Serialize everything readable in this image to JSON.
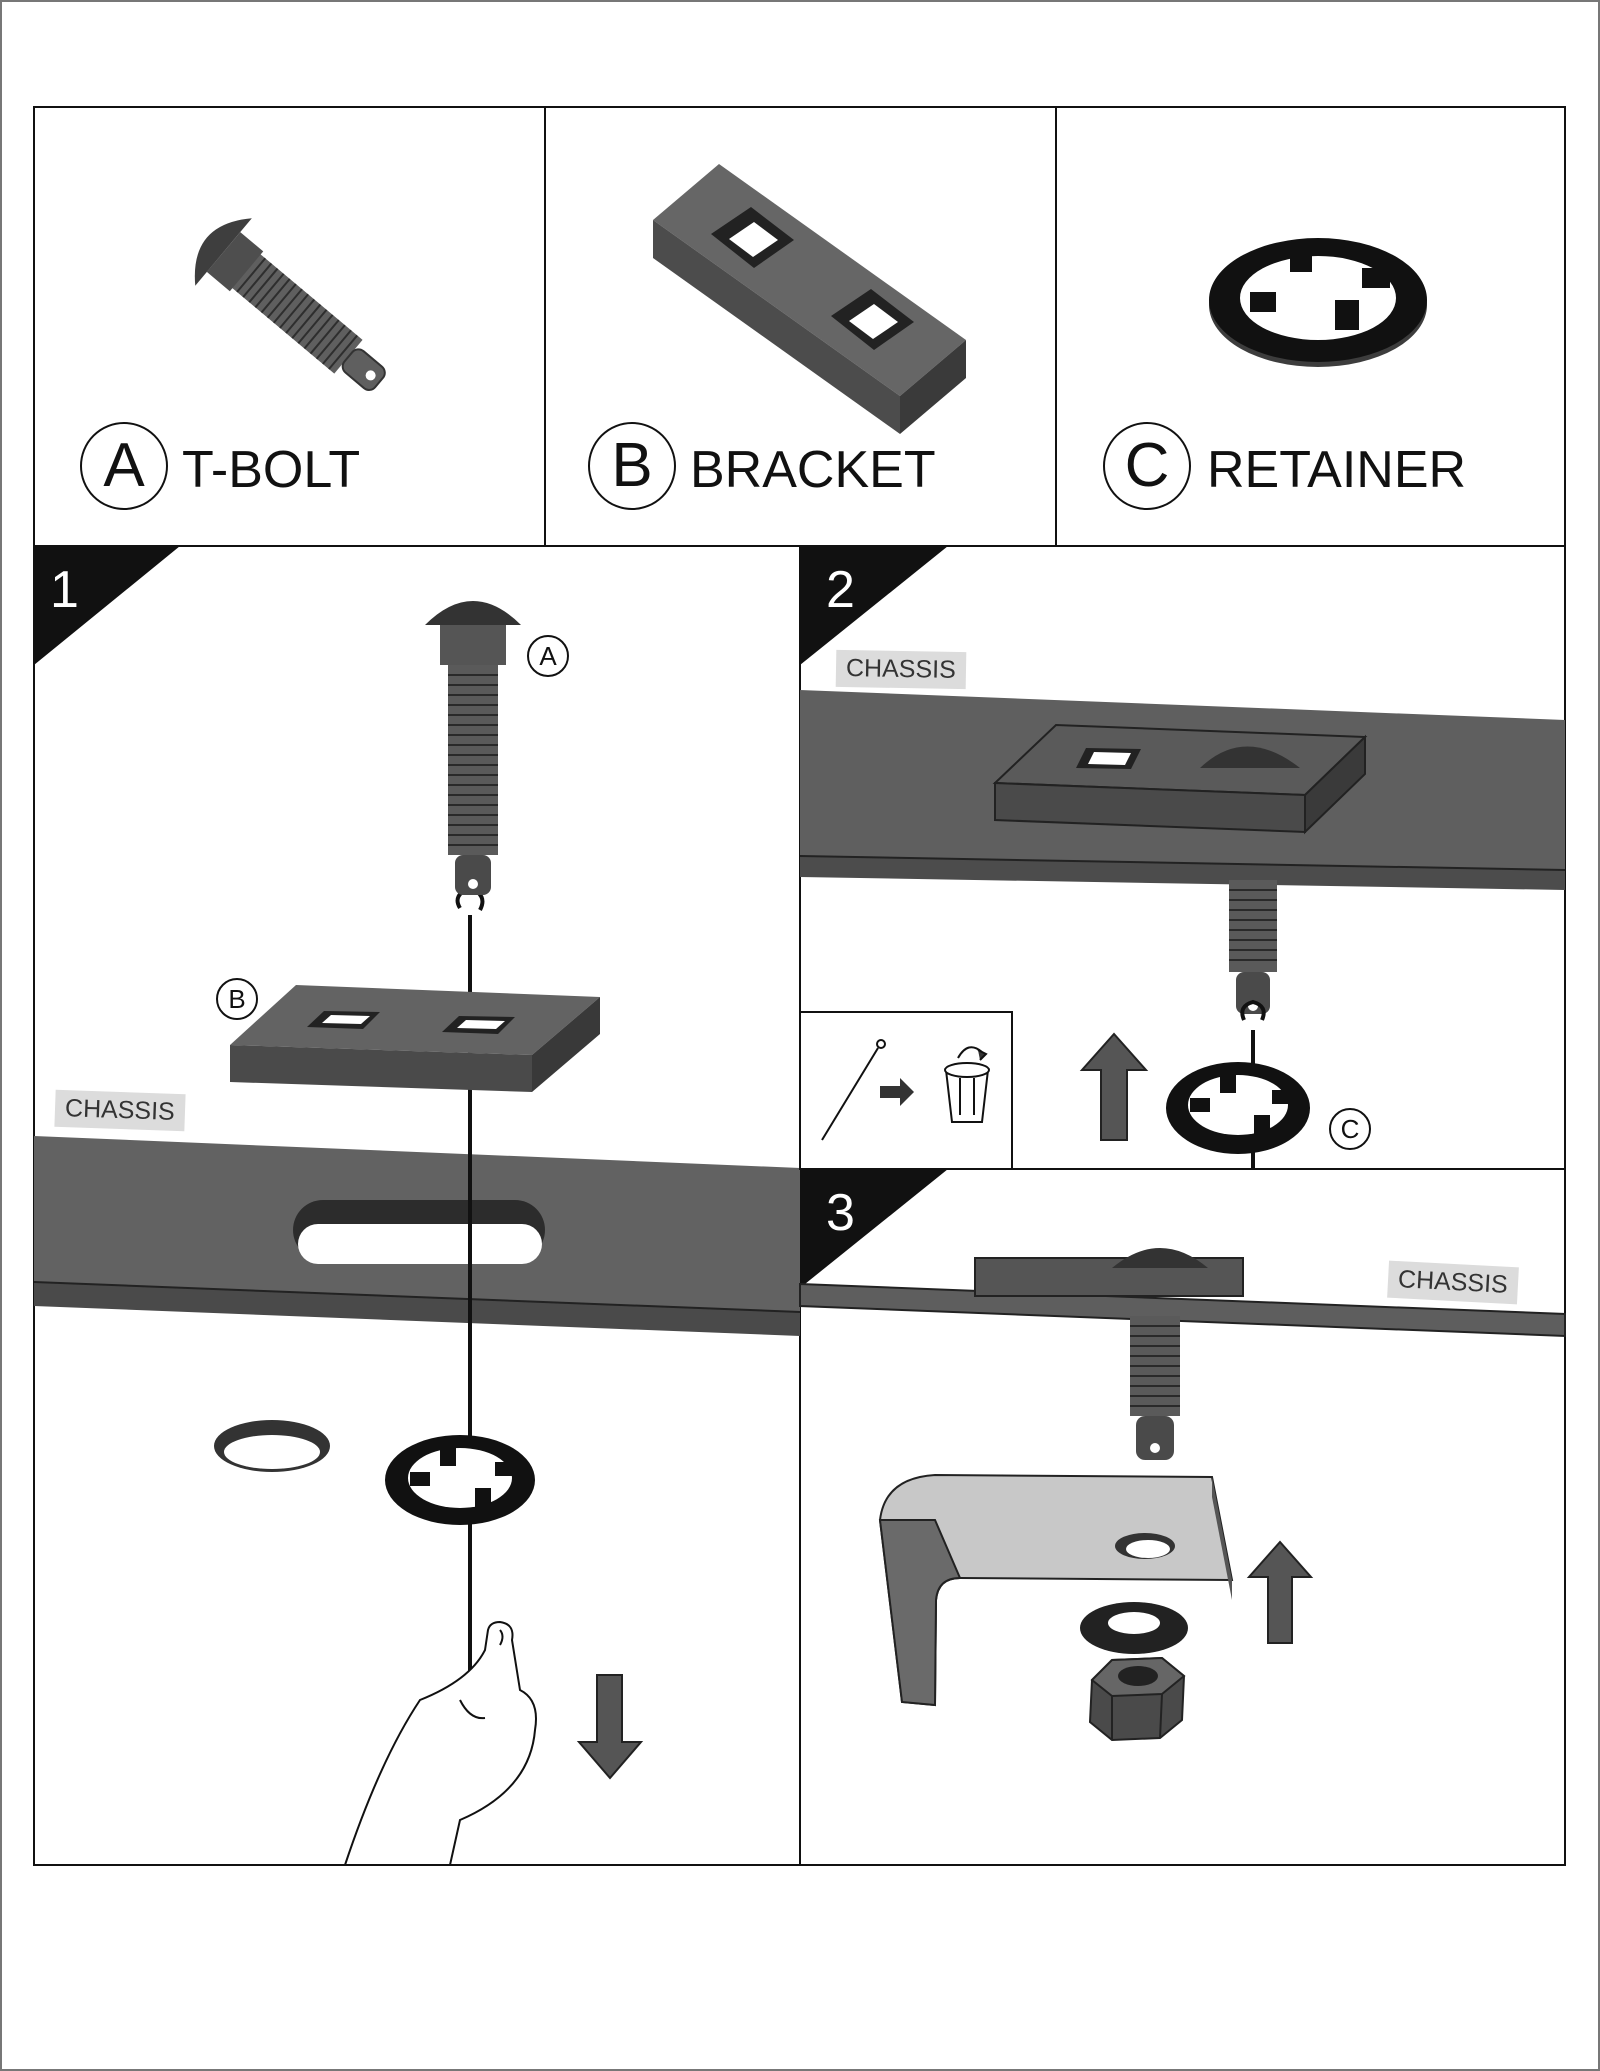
{
  "parts": [
    {
      "letter": "A",
      "name": "T-BOLT",
      "icon": "t-bolt-icon"
    },
    {
      "letter": "B",
      "name": "BRACKET",
      "icon": "bracket-icon"
    },
    {
      "letter": "C",
      "name": "RETAINER",
      "icon": "retainer-icon"
    }
  ],
  "steps": [
    {
      "number": "1",
      "chassis_label": "CHASSIS",
      "callouts": [
        "A",
        "B"
      ]
    },
    {
      "number": "2",
      "chassis_label": "CHASSIS",
      "callouts": [
        "C"
      ]
    },
    {
      "number": "3",
      "chassis_label": "CHASSIS"
    }
  ],
  "colors": {
    "part_fill": "#5f5f5f",
    "part_dark": "#3c3c3c",
    "chassis": "#626262",
    "tag_bg": "#dcdcdc"
  }
}
